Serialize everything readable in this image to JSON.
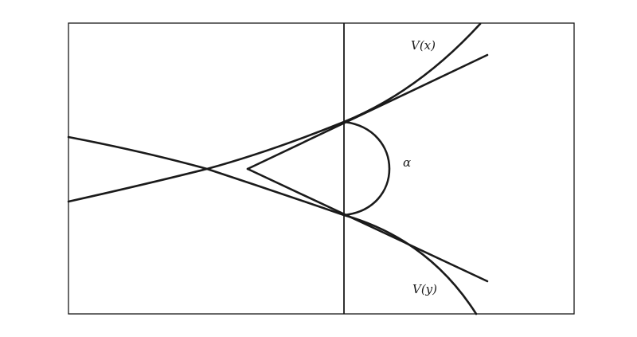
{
  "diagram": {
    "labels": {
      "curve_x": "V(x)",
      "curve_y": "V(y)",
      "angle": "α"
    },
    "colors": {
      "stroke": "#1a1a1a",
      "background": "#ffffff"
    }
  }
}
